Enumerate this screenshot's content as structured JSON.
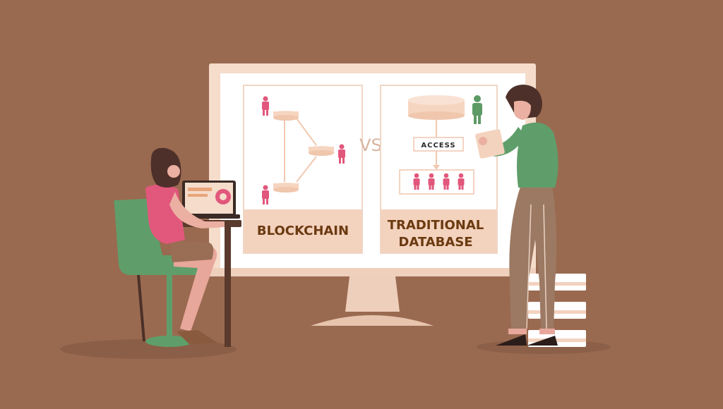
{
  "illustration": {
    "blockchain_panel": {
      "label": "BLOCKCHAIN"
    },
    "database_panel": {
      "label_line1": "TRADITIONAL",
      "label_line2": "DATABASE",
      "access_label": "ACCESS"
    },
    "vs_label": "VS"
  },
  "colors": {
    "background": "#9a6a50",
    "panel_bg": "#ffffff",
    "panel_label_bg": "#f3d2be",
    "label_text": "#6b3a10",
    "user_icon": "#e2577c",
    "admin_icon": "#5e9a66",
    "node": "#f6d5c0"
  },
  "icons": [
    "user-icon",
    "admin-user-icon",
    "database-icon",
    "monitor-icon",
    "chair-icon",
    "laptop-icon"
  ]
}
